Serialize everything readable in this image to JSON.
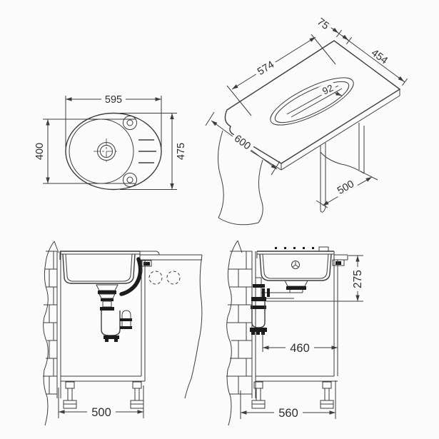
{
  "page": {
    "background": "#fbfbfb",
    "line_color": "#3d3d3d",
    "accent_black": "#1c1c1c"
  },
  "views": {
    "plan": {
      "title": "sink-top-view",
      "dims": {
        "width": "595",
        "bowl_height": "400",
        "depth": "475"
      }
    },
    "iso": {
      "title": "countertop-cutout-isometric-view",
      "dims": {
        "edge_offset": "75",
        "cutout_depth": "454",
        "cutout_length": "574",
        "corner_radius": "92",
        "counter_width": "600",
        "panel_depth": "500"
      }
    },
    "front": {
      "title": "front-section-view",
      "dims": {
        "cabinet_width": "500"
      }
    },
    "side": {
      "title": "side-section-view",
      "dims": {
        "outlet_height": "275",
        "trap_clearance": "460",
        "cabinet_depth": "560"
      }
    }
  }
}
